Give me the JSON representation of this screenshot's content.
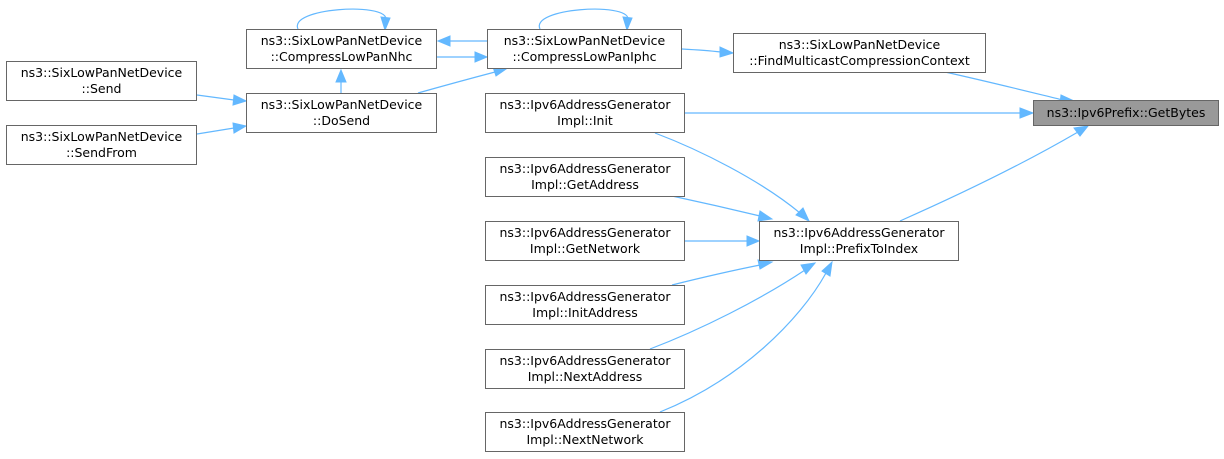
{
  "graph": {
    "nodes": {
      "getbytes": {
        "lines": [
          "ns3::Ipv6Prefix::GetBytes"
        ]
      },
      "find_mcast": {
        "lines": [
          "ns3::SixLowPanNetDevice",
          "::FindMulticastCompressionContext"
        ]
      },
      "iphc": {
        "lines": [
          "ns3::SixLowPanNetDevice",
          "::CompressLowPanIphc"
        ]
      },
      "nhc": {
        "lines": [
          "ns3::SixLowPanNetDevice",
          "::CompressLowPanNhc"
        ]
      },
      "dosend": {
        "lines": [
          "ns3::SixLowPanNetDevice",
          "::DoSend"
        ]
      },
      "send": {
        "lines": [
          "ns3::SixLowPanNetDevice",
          "::Send"
        ]
      },
      "sendfrom": {
        "lines": [
          "ns3::SixLowPanNetDevice",
          "::SendFrom"
        ]
      },
      "init": {
        "lines": [
          "ns3::Ipv6AddressGenerator",
          "Impl::Init"
        ]
      },
      "prefixtoindex": {
        "lines": [
          "ns3::Ipv6AddressGenerator",
          "Impl::PrefixToIndex"
        ]
      },
      "getaddress": {
        "lines": [
          "ns3::Ipv6AddressGenerator",
          "Impl::GetAddress"
        ]
      },
      "getnetwork": {
        "lines": [
          "ns3::Ipv6AddressGenerator",
          "Impl::GetNetwork"
        ]
      },
      "initaddress": {
        "lines": [
          "ns3::Ipv6AddressGenerator",
          "Impl::InitAddress"
        ]
      },
      "nextaddress": {
        "lines": [
          "ns3::Ipv6AddressGenerator",
          "Impl::NextAddress"
        ]
      },
      "nextnetwork": {
        "lines": [
          "ns3::Ipv6AddressGenerator",
          "Impl::NextNetwork"
        ]
      }
    },
    "edges": [
      [
        "find_mcast",
        "getbytes"
      ],
      [
        "init",
        "getbytes"
      ],
      [
        "prefixtoindex",
        "getbytes"
      ],
      [
        "iphc",
        "find_mcast"
      ],
      [
        "iphc",
        "nhc"
      ],
      [
        "nhc",
        "iphc"
      ],
      [
        "iphc",
        "iphc"
      ],
      [
        "nhc",
        "nhc"
      ],
      [
        "dosend",
        "iphc"
      ],
      [
        "dosend",
        "nhc"
      ],
      [
        "send",
        "dosend"
      ],
      [
        "sendfrom",
        "dosend"
      ],
      [
        "init",
        "prefixtoindex"
      ],
      [
        "getaddress",
        "prefixtoindex"
      ],
      [
        "getnetwork",
        "prefixtoindex"
      ],
      [
        "initaddress",
        "prefixtoindex"
      ],
      [
        "nextaddress",
        "prefixtoindex"
      ],
      [
        "nextnetwork",
        "prefixtoindex"
      ]
    ],
    "colors": {
      "edge": "#63b8ff",
      "node_border": "#666666",
      "node_fill": "#ffffff",
      "focus_fill": "#999999"
    }
  }
}
